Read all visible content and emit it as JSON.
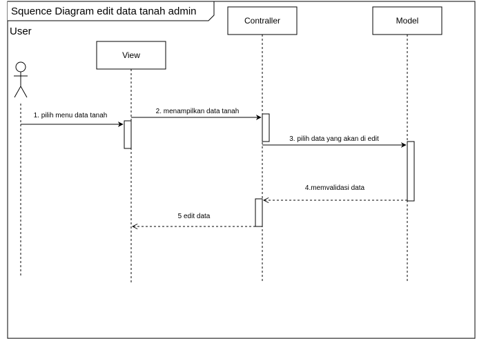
{
  "frame": {
    "title": "Squence Diagram edit data tanah admin",
    "actor_label": "User"
  },
  "lifelines": {
    "view": "View",
    "controller": "Contraller",
    "model": "Model"
  },
  "messages": [
    {
      "label": "1. pilih menu data tanah",
      "style": "solid"
    },
    {
      "label": "2. menampilkan data tanah",
      "style": "solid"
    },
    {
      "label": "3. pilih data yang akan di edit",
      "style": "solid"
    },
    {
      "label": "4.memvalidasi  data",
      "style": "dashed"
    },
    {
      "label": "5 edit data",
      "style": "dashed"
    }
  ]
}
